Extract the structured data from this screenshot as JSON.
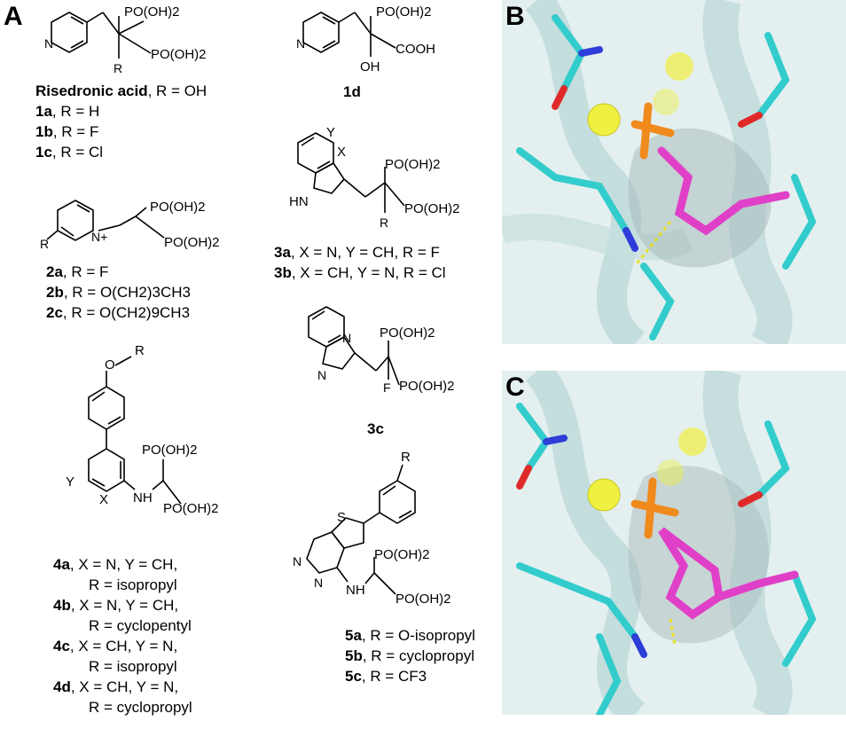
{
  "panels": {
    "a": "A",
    "b": "B",
    "c": "C"
  },
  "compounds": {
    "risedronic": {
      "name": "Risedronic acid",
      "name_suffix": ", R = OH",
      "labels": [
        "PO(OH)2",
        "PO(OH)2",
        "R",
        "N"
      ],
      "variants": [
        {
          "id": "1a",
          "text": ", R = H"
        },
        {
          "id": "1b",
          "text": ", R = F"
        },
        {
          "id": "1c",
          "text": ", R = Cl"
        }
      ]
    },
    "c1d": {
      "id": "1d",
      "labels": [
        "PO(OH)2",
        "COOH",
        "OH",
        "N"
      ]
    },
    "c2": {
      "labels": [
        "PO(OH)2",
        "PO(OH)2",
        "R",
        "N+"
      ],
      "variants": [
        {
          "id": "2a",
          "text": ", R = F"
        },
        {
          "id": "2b",
          "text": ", R = O(CH2)3CH3"
        },
        {
          "id": "2c",
          "text": ", R = O(CH2)9CH3"
        }
      ]
    },
    "c3": {
      "labels": [
        "Y",
        "X",
        "HN",
        "PO(OH)2",
        "PO(OH)2",
        "R"
      ],
      "variants": [
        {
          "id": "3a",
          "text": ", X = N, Y = CH, R = F"
        },
        {
          "id": "3b",
          "text": ", X = CH, Y = N, R = Cl"
        }
      ]
    },
    "c3c": {
      "id": "3c",
      "labels": [
        "N",
        "N",
        "PO(OH)2",
        "PO(OH)2",
        "F"
      ]
    },
    "c4": {
      "labels": [
        "O",
        "R",
        "Y",
        "X",
        "NH",
        "PO(OH)2",
        "PO(OH)2"
      ],
      "variants": [
        {
          "id": "4a",
          "line1": ", X = N, Y = CH,",
          "line2": "R = isopropyl"
        },
        {
          "id": "4b",
          "line1": ", X = N, Y = CH,",
          "line2": "R = cyclopentyl"
        },
        {
          "id": "4c",
          "line1": ", X = CH, Y = N,",
          "line2": "R = isopropyl"
        },
        {
          "id": "4d",
          "line1": ", X = CH, Y = N,",
          "line2": "R = cyclopropyl"
        }
      ]
    },
    "c5": {
      "labels": [
        "R",
        "S",
        "N",
        "N",
        "NH",
        "PO(OH)2",
        "PO(OH)2"
      ],
      "variants": [
        {
          "id": "5a",
          "text": ", R = O-isopropyl"
        },
        {
          "id": "5b",
          "text": ", R = cyclopropyl"
        },
        {
          "id": "5c",
          "text": ", R = CF3"
        }
      ]
    }
  },
  "colors": {
    "protein": "#cfe3e3",
    "carbon_protein": "#33cccc",
    "carbon_ligand": "#e040c8",
    "phosphorus": "#f08a1c",
    "oxygen": "#e02a2a",
    "nitrogen": "#2e3dd8",
    "metal": "#f0f040",
    "sulfur": "#e8e840",
    "hbond": "#e8e020"
  }
}
